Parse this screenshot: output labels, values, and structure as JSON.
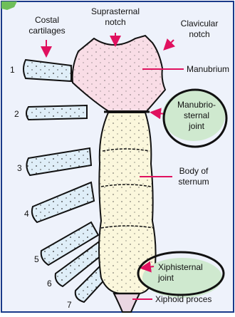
{
  "labels": {
    "costal_cartilages": [
      "Costal",
      "cartilages"
    ],
    "suprasternal_notch": [
      "Suprasternal",
      "notch"
    ],
    "clavicular_notch": [
      "Clavicular",
      "notch"
    ],
    "manubrium": "Manubrium",
    "manubriosternal_joint": [
      "Manubrio-",
      "sternal",
      "joint"
    ],
    "body_of_sternum": [
      "Body of",
      "sternum"
    ],
    "xiphisternal_joint": [
      "Xiphisternal",
      "joint"
    ],
    "xiphoid_process": "Xiphoid proces"
  },
  "rib_numbers": [
    "1",
    "2",
    "3",
    "4",
    "5",
    "6",
    "7"
  ],
  "colors": {
    "background": "#eef2fb",
    "border": "#1a3a8a",
    "manubrium_fill": "#f9dde6",
    "body_fill": "#fbf7dc",
    "cartilage_fill": "#dfeef8",
    "xiphoid_fill": "#ead6e2",
    "arrow": "#e0115f",
    "highlight_green": "#cfe9cf",
    "circle_stroke": "#111111"
  }
}
